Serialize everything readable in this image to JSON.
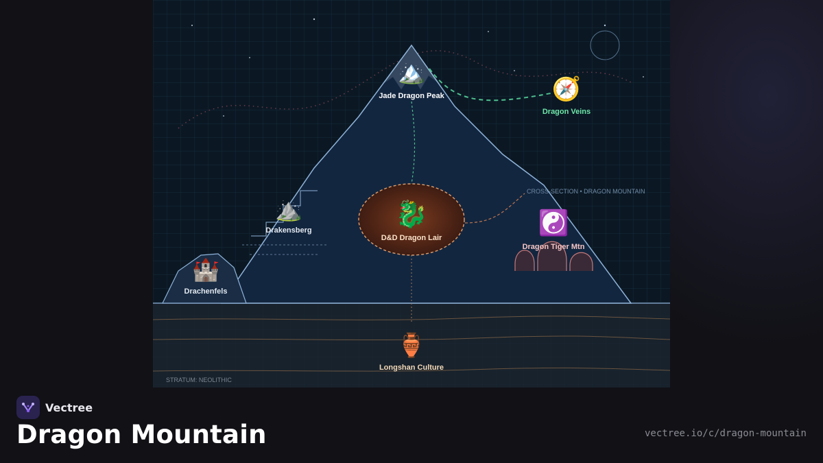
{
  "brand": {
    "name": "Vectree"
  },
  "page": {
    "title": "Dragon Mountain",
    "url": "vectree.io/c/dragon-mountain"
  },
  "diagram": {
    "caption": "CROSS-SECTION • DRAGON MOUNTAIN",
    "stratum_label": "STRATUM: NEOLITHIC",
    "nodes": {
      "peak": {
        "label": "Jade Dragon Peak",
        "icon": "🏔️",
        "color": "#ffffff"
      },
      "veins": {
        "label": "Dragon Veins",
        "icon": "🧭",
        "color": "#6ee7a8"
      },
      "drakensberg": {
        "label": "Drakensberg",
        "icon": "⛰️",
        "color": "#e2e8f0"
      },
      "lair": {
        "label": "D&D Dragon Lair",
        "icon": "🐉",
        "color": "#fde2c8"
      },
      "tiger": {
        "label": "Dragon Tiger Mtn",
        "icon": "☯️",
        "color": "#f5c6c6"
      },
      "drachenfels": {
        "label": "Drachenfels",
        "icon": "🏰",
        "color": "#e2e8f0"
      },
      "longshan": {
        "label": "Longshan Culture",
        "icon": "🏺",
        "color": "#f3d9b8"
      }
    }
  },
  "colors": {
    "mountain_fill": "#13263f",
    "mountain_stroke": "#8fb3d9",
    "sky": "#0b1824",
    "ground": "#18222c",
    "jade_path": "#4fbf8f",
    "lair_path": "#c07850"
  }
}
